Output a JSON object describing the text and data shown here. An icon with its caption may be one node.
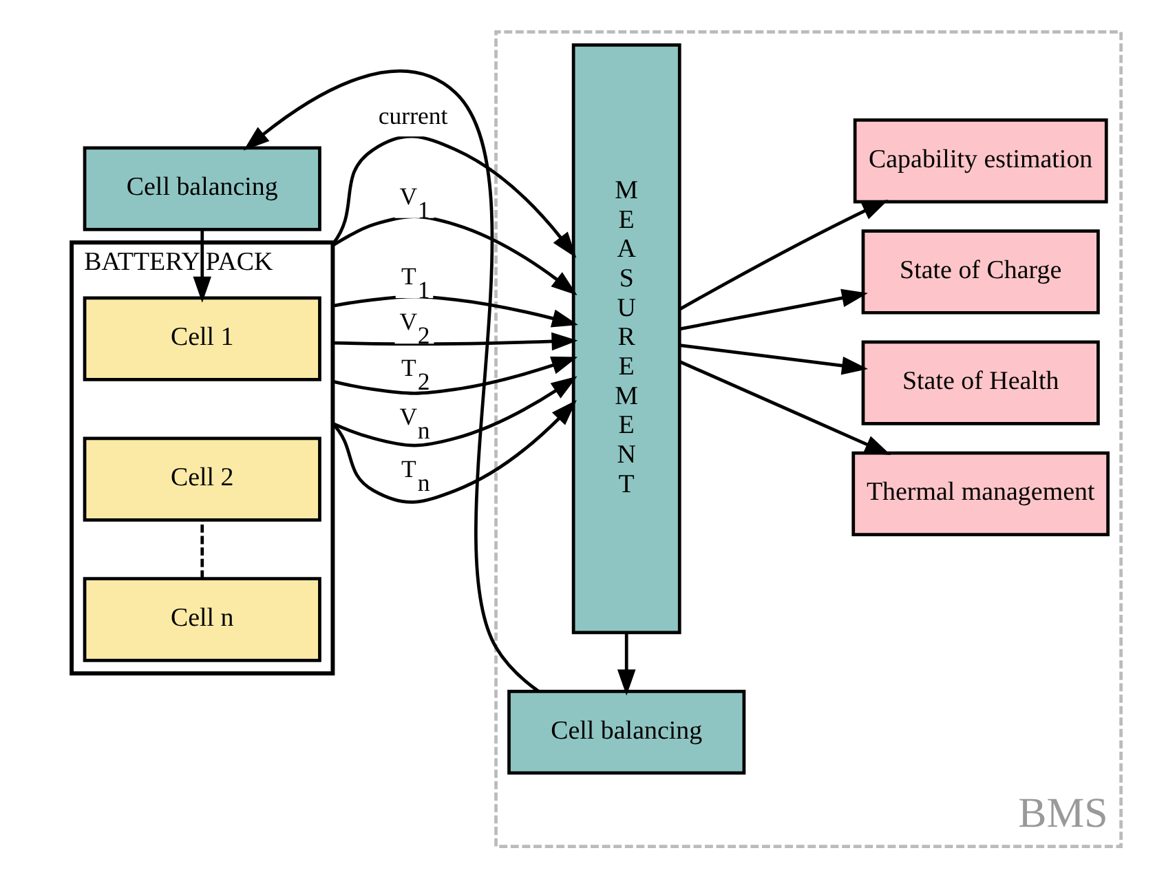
{
  "diagram": {
    "nodes": [
      {
        "text": [
          "BATTERY PACK"
        ]
      },
      {
        "text": [
          "Cell 1"
        ],
        "in": 0
      },
      {
        "text": [
          "Cell 2"
        ],
        "in": 0
      },
      {
        "text": [
          "Cell n"
        ],
        "in": 0
      },
      {
        "text": [
          "BMS"
        ]
      },
      {
        "text": [
          "MEASUREMENT"
        ],
        "in": 4
      },
      {
        "text": [
          "Capability estimation"
        ],
        "in": 4
      },
      {
        "text": [
          "State of Charge"
        ],
        "in": 4
      },
      {
        "text": [
          "State of Health"
        ],
        "in": 4
      },
      {
        "text": [
          "Thermal management"
        ],
        "in": 4
      },
      {
        "text": [
          "Cell balancing"
        ],
        "in": 4
      },
      {
        "text": [
          "Cell balancing"
        ]
      }
    ],
    "edges": [
      {
        "from": 2,
        "to": 3,
        "arrow": "none",
        "style": "dashed"
      },
      {
        "from": 0,
        "to": 5,
        "arrow": "to",
        "label": "current"
      },
      {
        "from": 0,
        "to": 5,
        "arrow": "to",
        "label": "V$_{1}$"
      },
      {
        "from": 0,
        "to": 5,
        "arrow": "to",
        "label": "T$_{1}$"
      },
      {
        "from": 0,
        "to": 5,
        "arrow": "to",
        "label": "V$_{2}$"
      },
      {
        "from": 0,
        "to": 5,
        "arrow": "to",
        "label": "T$_{2}$"
      },
      {
        "from": 0,
        "to": 5,
        "arrow": "to",
        "label": "V$_{n}$"
      },
      {
        "from": 0,
        "to": 5,
        "arrow": "to",
        "label": "T$_{n}$"
      },
      {
        "from": 5,
        "to": 6,
        "arrow": "to"
      },
      {
        "from": 5,
        "to": 7,
        "arrow": "to"
      },
      {
        "from": 5,
        "to": 8,
        "arrow": "to"
      },
      {
        "from": 5,
        "to": 9,
        "arrow": "to"
      },
      {
        "from": 5,
        "to": 10,
        "arrow": "to"
      },
      {
        "from": 10,
        "to": 11,
        "arrow": "to"
      },
      {
        "from": 11,
        "to": 0,
        "arrow": "to"
      }
    ]
  }
}
